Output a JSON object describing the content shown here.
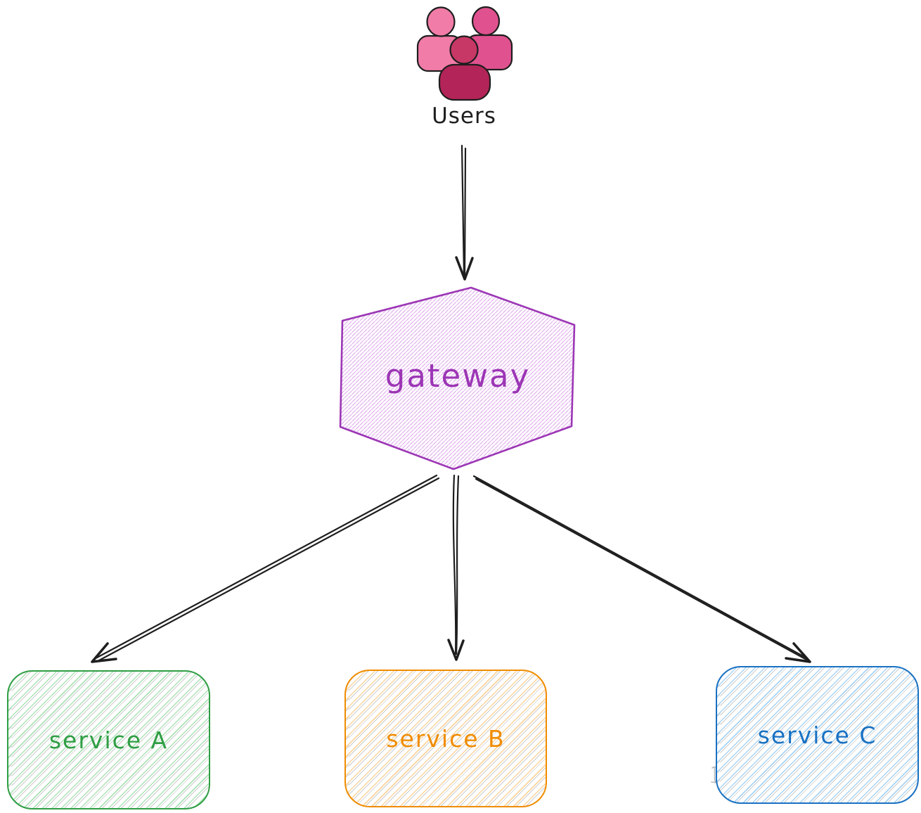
{
  "canvas": {
    "background": "#ffffff",
    "hatch_secondary": "#cccccc",
    "arrow_color": "#1e1e1e"
  },
  "nodes": {
    "users": {
      "label": "Users",
      "label_color": "#1e1e1e",
      "icon": "users-icon",
      "icon_colors": {
        "outline": "#1e1e1e",
        "light_pink": "#f17ca7",
        "medium_pink": "#e0528f",
        "dark_pink": "#c73866",
        "darkest_pink": "#b32458"
      }
    },
    "gateway": {
      "label": "gateway",
      "shape": "hexagon",
      "stroke": "#9c36b5",
      "hatch": "#e2b4ee",
      "text_color": "#9c36b5"
    },
    "service_a": {
      "label": "service A",
      "shape": "rounded-rectangle",
      "stroke": "#2f9e44",
      "hatch": "#abe3b5",
      "text_color": "#2f9e44"
    },
    "service_b": {
      "label": "service B",
      "shape": "rounded-rectangle",
      "stroke": "#f08c00",
      "hatch": "#fbd49e",
      "text_color": "#f08c00"
    },
    "service_c": {
      "label": "service C",
      "shape": "rounded-rectangle",
      "stroke": "#1971c2",
      "hatch": "#a9d4f5",
      "text_color": "#1971c2"
    }
  },
  "edges": {
    "arrow_color": "#1e1e1e",
    "list": [
      {
        "from": "Users",
        "to": "gateway"
      },
      {
        "from": "gateway",
        "to": "service A"
      },
      {
        "from": "gateway",
        "to": "service B"
      },
      {
        "from": "gateway",
        "to": "service C"
      }
    ]
  }
}
